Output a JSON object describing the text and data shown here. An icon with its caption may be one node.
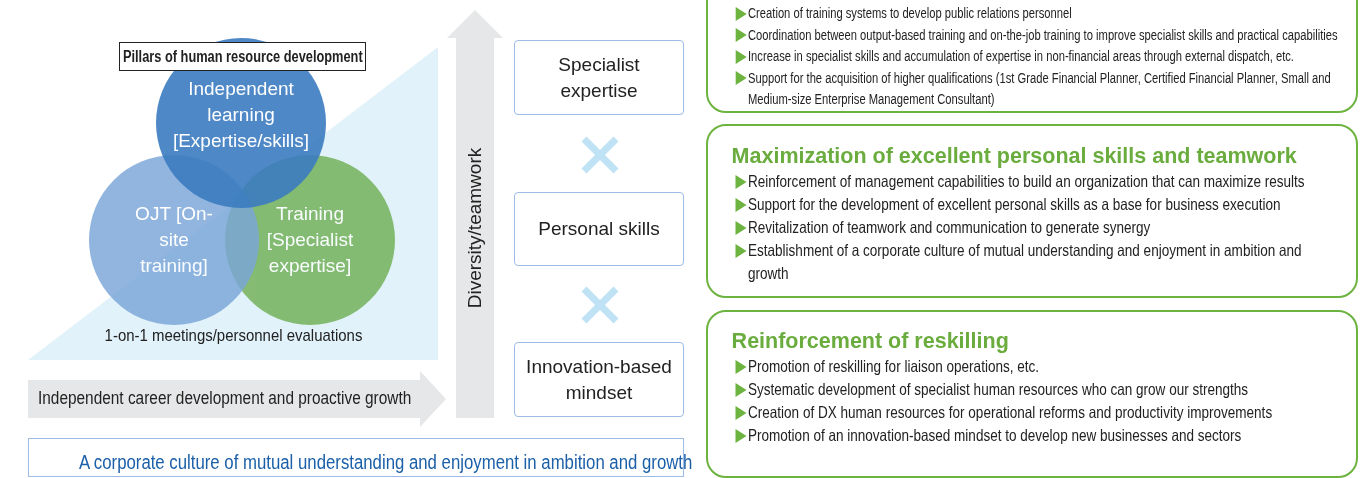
{
  "diagram": {
    "nodes": [
      {
        "text": [
          "Pillars of human resource development"
        ]
      },
      {
        "text": [
          "Independent learning [Expertise/skills]"
        ]
      },
      {
        "text": [
          "OJT [On-site training]"
        ]
      },
      {
        "text": [
          "Training [Specialist expertise]"
        ],
        "in": 4
      },
      {
        "text": [
          "1-on-1 meetings/personnel evaluations"
        ]
      },
      {
        "text": [
          "Independent career development and proactive growth"
        ]
      },
      {
        "text": [
          "Diversity/teamwork"
        ]
      },
      {
        "text": [
          "Specialist expertise"
        ]
      },
      {
        "text": [
          "Personal skills"
        ]
      },
      {
        "text": [
          "Innovation-based mindset"
        ]
      },
      {
        "text": [
          "A corporate culture of mutual understanding and enjoyment in ambition and growth"
        ]
      },
      {
        "text": [
          "Creation of training systems to develop public relations personnel",
          "Coordination between output-based training and on-the-job training to improve specialist skills and practical capabilities",
          "Increase in specialist skills and accumulation of expertise in non-financial areas through external dispatch, etc.",
          "Support for the acquisition of higher qualifications (1st Grade Financial Planner, Certified Financial Planner, Small and Medium-size Enterprise Management Consultant)"
        ]
      },
      {
        "text": [
          "Maximization of excellent personal skills and teamwork",
          "Reinforcement of management capabilities to build an organization that can maximize results",
          "Support for the development of excellent personal skills as a base for business execution",
          "Revitalization of teamwork and communication to generate synergy",
          "Establishment of a corporate culture of mutual understanding and enjoyment in ambition and growth"
        ]
      },
      {
        "text": [
          "Reinforcement of reskilling",
          "Promotion of reskilling for liaison operations, etc.",
          "Systematic development of specialist human resources who can grow our strengths",
          "Creation of DX human resources for operational reforms and productivity improvements",
          "Promotion of an innovation-based mindset to develop new businesses and sectors"
        ]
      }
    ]
  }
}
